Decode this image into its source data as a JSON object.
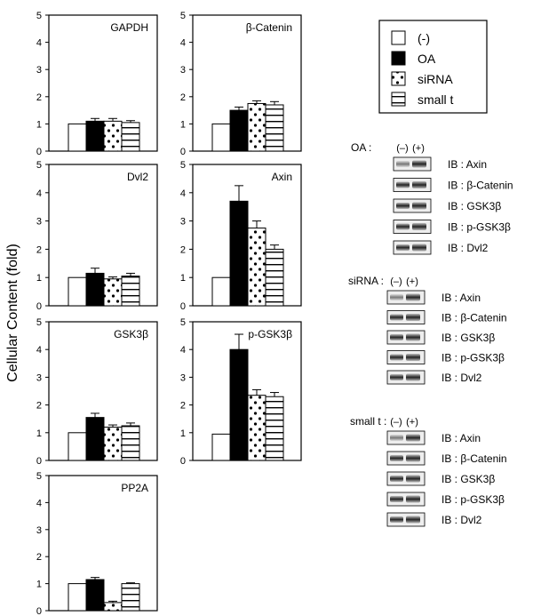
{
  "ylabel": "Cellular Content (fold)",
  "legend": {
    "items": [
      {
        "label": "(-)",
        "pattern": "white"
      },
      {
        "label": "OA",
        "pattern": "black"
      },
      {
        "label": "siRNA",
        "pattern": "dots"
      },
      {
        "label": "small t",
        "pattern": "hlines"
      }
    ]
  },
  "chart_data": [
    {
      "type": "bar",
      "title": "GAPDH",
      "categories": [
        "(-)",
        "OA",
        "siRNA",
        "small t"
      ],
      "values": [
        1.0,
        1.1,
        1.1,
        1.05
      ],
      "errors": [
        0,
        0.1,
        0.1,
        0.07
      ],
      "ylim": [
        0,
        5
      ],
      "yticks": [
        "0",
        "1",
        "2",
        "3",
        "4",
        "5"
      ]
    },
    {
      "type": "bar",
      "title": "β-Catenin",
      "categories": [
        "(-)",
        "OA",
        "siRNA",
        "small t"
      ],
      "values": [
        1.0,
        1.5,
        1.75,
        1.7
      ],
      "errors": [
        0,
        0.12,
        0.1,
        0.12
      ],
      "ylim": [
        0,
        5
      ],
      "yticks": [
        "0",
        "1",
        "2",
        "3",
        "4",
        "5"
      ]
    },
    {
      "type": "bar",
      "title": "Dvl2",
      "categories": [
        "(-)",
        "OA",
        "siRNA",
        "small t"
      ],
      "values": [
        1.0,
        1.15,
        0.95,
        1.05
      ],
      "errors": [
        0,
        0.18,
        0.07,
        0.1
      ],
      "ylim": [
        0,
        5
      ],
      "yticks": [
        "0",
        "1",
        "2",
        "3",
        "4",
        "5"
      ]
    },
    {
      "type": "bar",
      "title": "Axin",
      "categories": [
        "(-)",
        "OA",
        "siRNA",
        "small t"
      ],
      "values": [
        1.0,
        3.7,
        2.75,
        2.0
      ],
      "errors": [
        0,
        0.55,
        0.25,
        0.15
      ],
      "ylim": [
        0,
        5
      ],
      "yticks": [
        "0",
        "1",
        "2",
        "3",
        "4",
        "5"
      ]
    },
    {
      "type": "bar",
      "title": "GSK3β",
      "categories": [
        "(-)",
        "OA",
        "siRNA",
        "small t"
      ],
      "values": [
        1.0,
        1.55,
        1.2,
        1.25
      ],
      "errors": [
        0,
        0.15,
        0.08,
        0.1
      ],
      "ylim": [
        0,
        5
      ],
      "yticks": [
        "0",
        "1",
        "2",
        "3",
        "4",
        "5"
      ]
    },
    {
      "type": "bar",
      "title": "p-GSK3β",
      "categories": [
        "(-)",
        "OA",
        "siRNA",
        "small t"
      ],
      "values": [
        0.95,
        4.0,
        2.35,
        2.3
      ],
      "errors": [
        0,
        0.55,
        0.2,
        0.15
      ],
      "ylim": [
        0,
        5
      ],
      "yticks": [
        "0",
        "1",
        "2",
        "3",
        "4",
        "5"
      ]
    },
    {
      "type": "bar",
      "title": "PP2A",
      "categories": [
        "(-)",
        "OA",
        "siRNA",
        "small t"
      ],
      "values": [
        1.0,
        1.15,
        0.3,
        1.0
      ],
      "errors": [
        0,
        0.08,
        0.05,
        0.03
      ],
      "ylim": [
        0,
        5
      ],
      "yticks": [
        "0",
        "1",
        "2",
        "3",
        "4",
        "5"
      ]
    }
  ],
  "blots": [
    {
      "label": "OA :",
      "lanes": [
        "(–)",
        "(+)"
      ],
      "rows": [
        "IB : Axin",
        "IB : β-Catenin",
        "IB : GSK3β",
        "IB : p-GSK3β",
        "IB : Dvl2"
      ]
    },
    {
      "label": "siRNA :",
      "lanes": [
        "(–)",
        "(+)"
      ],
      "rows": [
        "IB : Axin",
        "IB : β-Catenin",
        "IB : GSK3β",
        "IB : p-GSK3β",
        "IB : Dvl2"
      ]
    },
    {
      "label": "small t :",
      "lanes": [
        "(–)",
        "(+)"
      ],
      "rows": [
        "IB : Axin",
        "IB : β-Catenin",
        "IB : GSK3β",
        "IB : p-GSK3β",
        "IB : Dvl2"
      ]
    }
  ]
}
